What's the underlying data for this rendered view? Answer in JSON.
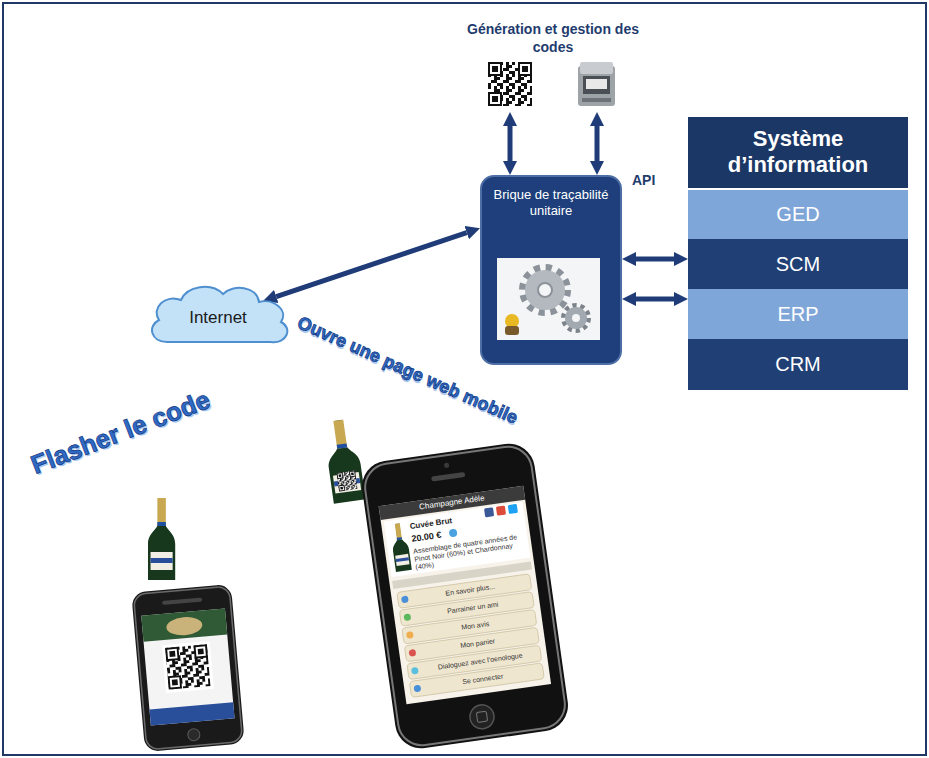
{
  "diagram": {
    "nodes": [
      {
        "text": [
          "Génération et gestion des codes"
        ]
      },
      {
        "text": [
          "Brique de traçabilité unitaire"
        ]
      },
      {
        "text": [
          "Internet"
        ]
      },
      {
        "text": [
          "Système d’information"
        ]
      },
      {
        "text": [
          "GED"
        ],
        "in": 3
      },
      {
        "text": [
          "SCM"
        ],
        "in": 3
      },
      {
        "text": [
          "ERP"
        ],
        "in": 3
      },
      {
        "text": [
          "CRM"
        ],
        "in": 3
      }
    ],
    "edges": [
      {
        "from": 0,
        "to": 1,
        "arrow": "both"
      },
      {
        "from": 0,
        "to": 1,
        "arrow": "both"
      },
      {
        "from": 2,
        "to": 1,
        "arrow": "both"
      },
      {
        "from": 1,
        "to": 5,
        "arrow": "both"
      },
      {
        "from": 1,
        "to": 6,
        "arrow": "both"
      }
    ],
    "labels": [
      "API",
      "Flasher le code",
      "Ouvre une page web mobile",
      "Champagne Adèle",
      "Cuvée Brut",
      "20.00 €",
      "Assemblage de quatre années de Pinot Noir (60%) et Chardonnay (40%)",
      "En savoir plus...",
      "Parrainer un ami",
      "Mon avis",
      "Mon panier",
      "Dialoguez avec l'oenologue",
      "Se connecter"
    ]
  }
}
